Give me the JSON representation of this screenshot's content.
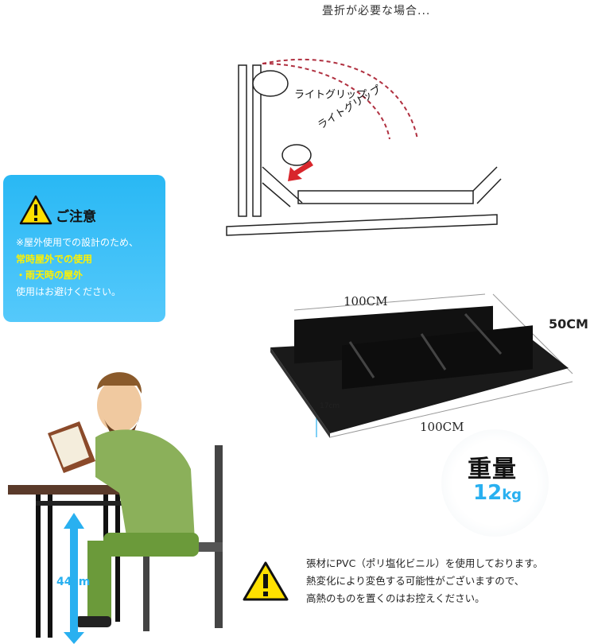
{
  "fold": {
    "title": "畳折が必要な場合...",
    "grip_upper": "ライトグリップ",
    "grip_lower": "ライトグリップ"
  },
  "caution": {
    "title": "ご注意",
    "line1": "※屋外使用での設計のため、",
    "line2": "常時屋外での使用",
    "line3": "・雨天時の屋外",
    "line4": "使用はお避けください。",
    "panel_color": "#29b8f4",
    "highlight_color": "#fff100"
  },
  "dimensions": {
    "top_length": "100CM",
    "depth": "50CM",
    "bottom_length": "100CM",
    "thickness": "17cm"
  },
  "weight": {
    "label": "重量",
    "value": "12",
    "unit": "kg"
  },
  "height": {
    "label": "44cm"
  },
  "note": {
    "line1": "張材にPVC（ポリ塩化ビニル）を使用しております。",
    "line2": "熱変化により変色する可能性がございますので、",
    "line3": "高熱のものを置くのはお控えください。"
  }
}
